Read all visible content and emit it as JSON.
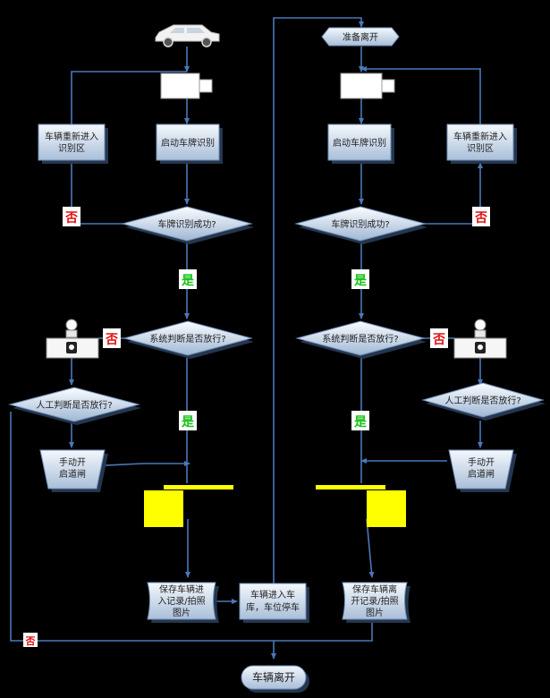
{
  "nodes": {
    "prepare_leave": "准备离开",
    "left_reenter_1": "车辆重新进入",
    "left_reenter_2": "识别区",
    "left_start_recog": "启动车牌识别",
    "right_start_recog": "启动车牌识别",
    "right_reenter_1": "车辆重新进入",
    "right_reenter_2": "识别区",
    "left_recog_success": "车牌识别成功?",
    "right_recog_success": "车牌识别成功?",
    "left_system_judge": "系统判断是否放行?",
    "right_system_judge": "系统判断是否放行?",
    "left_manual_judge": "人工判断是否放行?",
    "right_manual_judge": "人工判断是否放行?",
    "left_manual_open_1": "手动开",
    "left_manual_open_2": "启道闸",
    "right_manual_open_1": "手动开",
    "right_manual_open_2": "启道闸",
    "left_save_1": "保存车辆进",
    "left_save_2": "入记录/拍照",
    "left_save_3": "图片",
    "enter_garage_1": "车辆进入车",
    "enter_garage_2": "库，车位停车",
    "right_save_1": "保存车辆离",
    "right_save_2": "开记录/拍照",
    "right_save_3": "图片",
    "vehicle_leave": "车辆离开"
  },
  "labels": {
    "no": "否",
    "yes": "是"
  },
  "colors": {
    "line": "#4a78b8",
    "box_top": "#f4f8fc",
    "box_bottom": "#a9bfd9",
    "yes": "#19c219",
    "no": "#e01010",
    "gate": "#ffff00"
  },
  "icons": [
    "car-icon",
    "camera-icon",
    "operator-icon"
  ]
}
